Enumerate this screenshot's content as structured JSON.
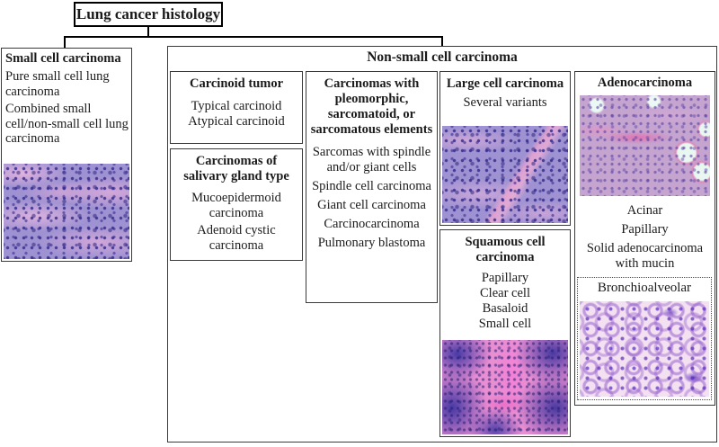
{
  "colors": {
    "root_border": "#000000",
    "box_border": "#3a3a3a",
    "text": "#1b1b1b",
    "background": "#ffffff",
    "stain_purple": "#9f92d2",
    "stain_pink": "#f3bbe1",
    "stain_dark_blue": "#342c8c",
    "stain_magenta": "#e88ed2",
    "stain_light_pink": "#f3e0f1"
  },
  "root": {
    "title": "Lung cancer histology"
  },
  "small_cell": {
    "title": "Small cell carcinoma",
    "items": [
      "Pure small cell lung carcinoma",
      "Combined small cell/non-small cell lung carcinoma"
    ],
    "image": "H&E histology micrograph of small cell carcinoma"
  },
  "non_small_cell": {
    "title": "Non-small cell carcinoma",
    "carcinoid": {
      "title": "Carcinoid tumor",
      "items": [
        "Typical carcinoid",
        "Atypical carcinoid"
      ]
    },
    "salivary": {
      "title": "Carcinomas of salivary gland type",
      "items": [
        "Mucoepidermoid carcinoma",
        "Adenoid cystic carcinoma"
      ]
    },
    "pleomorphic": {
      "title": "Carcinomas with pleomorphic, sarcomatoid, or sarcomatous elements",
      "items": [
        "Sarcomas with spindle and/or giant cells",
        "Spindle cell carcinoma",
        "Giant cell carcinoma",
        "Carcinocarcinoma",
        "Pulmonary blastoma"
      ]
    },
    "large_cell": {
      "title": "Large cell carcinoma",
      "items": [
        "Several variants"
      ],
      "image": "H&E histology micrograph of large cell carcinoma"
    },
    "squamous": {
      "title": "Squamous cell carcinoma",
      "items": [
        "Papillary",
        "Clear cell",
        "Basaloid",
        "Small cell"
      ],
      "image": "H&E histology micrograph of squamous cell carcinoma"
    },
    "adenocarcinoma": {
      "title": "Adenocarcinoma",
      "items": [
        "Acinar",
        "Papillary",
        "Solid adenocarcinoma with mucin"
      ],
      "image": "H&E histology micrograph of adenocarcinoma",
      "bronchioalveolar": {
        "title": "Bronchioalveolar",
        "image": "H&E histology micrograph of bronchioalveolar carcinoma"
      }
    }
  }
}
